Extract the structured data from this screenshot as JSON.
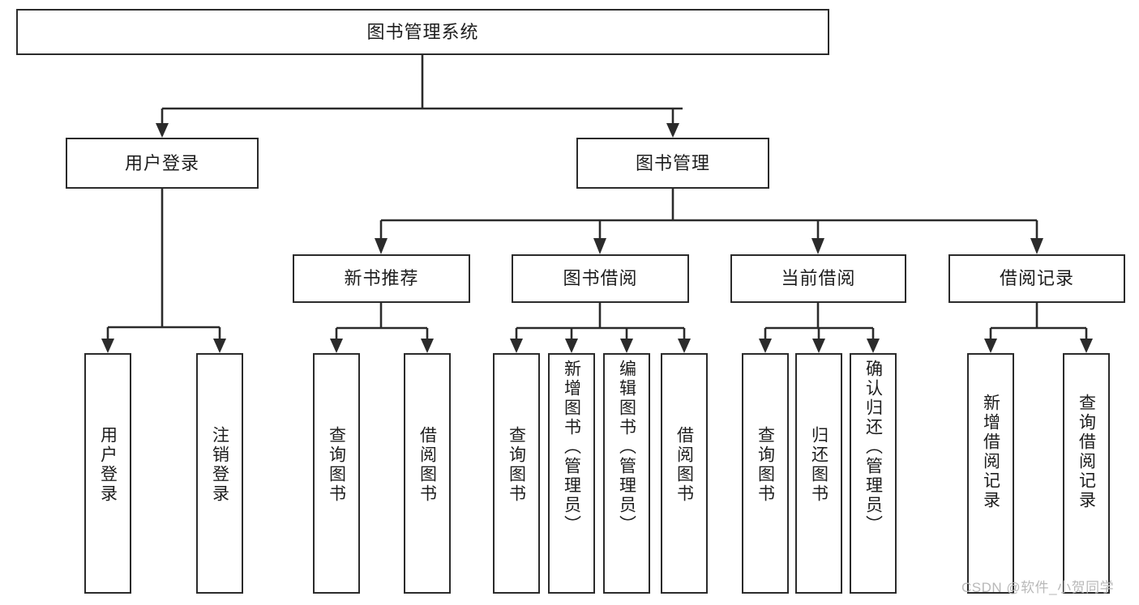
{
  "diagram": {
    "title": "图书管理系统",
    "type": "tree-hierarchy-chart",
    "root": {
      "id": "root",
      "label": "图书管理系统"
    },
    "level2": [
      {
        "id": "login",
        "label": "用户登录"
      },
      {
        "id": "bookmgmt",
        "label": "图书管理"
      }
    ],
    "level3": [
      {
        "id": "newbook",
        "label": "新书推荐",
        "parent": "bookmgmt"
      },
      {
        "id": "borrow",
        "label": "图书借阅",
        "parent": "bookmgmt"
      },
      {
        "id": "current",
        "label": "当前借阅",
        "parent": "bookmgmt"
      },
      {
        "id": "record",
        "label": "借阅记录",
        "parent": "bookmgmt"
      }
    ],
    "leaves": [
      {
        "id": "leaf-user-login",
        "label": "用户登录",
        "parent": "login"
      },
      {
        "id": "leaf-user-logout",
        "label": "注销登录",
        "parent": "login"
      },
      {
        "id": "leaf-newbook-query",
        "label": "查询图书",
        "parent": "newbook"
      },
      {
        "id": "leaf-newbook-borrow",
        "label": "借阅图书",
        "parent": "newbook"
      },
      {
        "id": "leaf-borrow-query",
        "label": "查询图书",
        "parent": "borrow"
      },
      {
        "id": "leaf-borrow-add",
        "label": "新增图书（管理员）",
        "parent": "borrow"
      },
      {
        "id": "leaf-borrow-edit",
        "label": "编辑图书（管理员）",
        "parent": "borrow"
      },
      {
        "id": "leaf-borrow-lend",
        "label": "借阅图书",
        "parent": "borrow"
      },
      {
        "id": "leaf-current-query",
        "label": "查询图书",
        "parent": "current"
      },
      {
        "id": "leaf-current-return",
        "label": "归还图书",
        "parent": "current"
      },
      {
        "id": "leaf-current-confirm",
        "label": "确认归还（管理员）",
        "parent": "current"
      },
      {
        "id": "leaf-record-add",
        "label": "新增借阅记录",
        "parent": "record"
      },
      {
        "id": "leaf-record-query",
        "label": "查询借阅记录",
        "parent": "record"
      }
    ],
    "watermark": "CSDN @软件_小贺同学",
    "colors": {
      "stroke": "#2b2b2b",
      "fill": "#ffffff",
      "text": "#1d1d1d",
      "watermark": "#b9b9b9"
    }
  }
}
